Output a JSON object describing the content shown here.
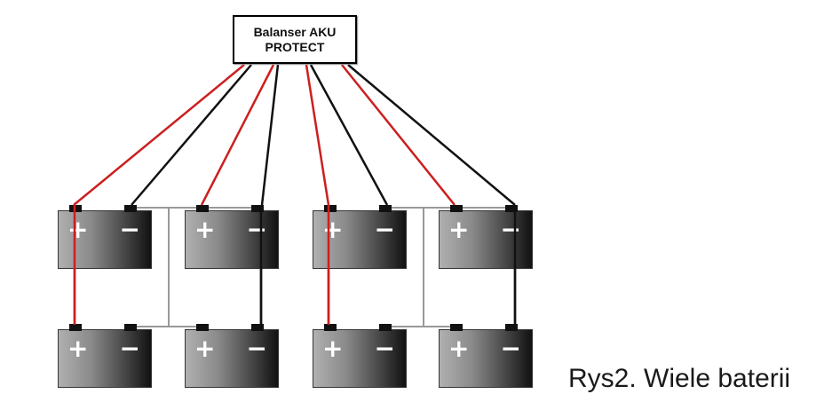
{
  "balancer": {
    "line1": "Balanser AKU",
    "line2": "PROTECT"
  },
  "batteries": [
    {
      "id": "top-1",
      "row": "top",
      "plus_label": "+",
      "minus_label": "−"
    },
    {
      "id": "top-2",
      "row": "top",
      "plus_label": "+",
      "minus_label": "−"
    },
    {
      "id": "top-3",
      "row": "top",
      "plus_label": "+",
      "minus_label": "−"
    },
    {
      "id": "top-4",
      "row": "top",
      "plus_label": "+",
      "minus_label": "−"
    },
    {
      "id": "bottom-1",
      "row": "bottom",
      "plus_label": "+",
      "minus_label": "−"
    },
    {
      "id": "bottom-2",
      "row": "bottom",
      "plus_label": "+",
      "minus_label": "−"
    },
    {
      "id": "bottom-3",
      "row": "bottom",
      "plus_label": "+",
      "minus_label": "−"
    },
    {
      "id": "bottom-4",
      "row": "bottom",
      "plus_label": "+",
      "minus_label": "−"
    }
  ],
  "wire_colors": {
    "positive": "#cc1f1f",
    "negative": "#111111",
    "bus": "#999999"
  },
  "caption": "Rys2. Wiele baterii"
}
